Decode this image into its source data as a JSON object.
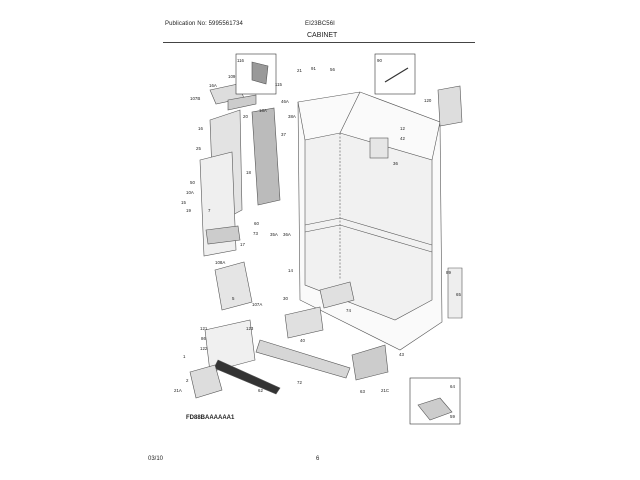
{
  "header": {
    "publication": "Publication No: 5995561734",
    "model": "EI23BC56I",
    "section": "CABINET"
  },
  "footer": {
    "date": "03/10",
    "page": "6"
  },
  "figure_id": "FD88BAAAAAA1",
  "callouts": {
    "c116": "116",
    "c115": "115",
    "c109": "109",
    "c16A": "16A",
    "c107B": "107B",
    "c20": "20",
    "c16": "16",
    "c18A": "18A",
    "c37": "37",
    "c25": "25",
    "c50": "50",
    "c10A": "10A",
    "c15": "15",
    "c19": "19",
    "c60": "60",
    "c17": "17",
    "c108A": "108A",
    "c121": "121",
    "c122": "122",
    "c86": "86",
    "c1": "1",
    "c21A": "21A",
    "c2": "2",
    "c21": "21",
    "c91": "91",
    "c56": "56",
    "c46A": "46A",
    "c38A": "38A",
    "c12": "12",
    "c90": "90",
    "c120": "120",
    "c42": "42",
    "c36": "36",
    "c89": "89",
    "c65": "65",
    "c35A": "35A",
    "c36A": "36A",
    "c73": "73",
    "c74": "74",
    "c30": "30",
    "c72": "72",
    "c43": "43",
    "c21C": "21C",
    "c63": "63",
    "c62": "62",
    "c64": "64",
    "c59": "59",
    "c107A": "107A",
    "c123": "123",
    "c40": "40",
    "c14": "14",
    "c7": "7",
    "c5": "5",
    "c18": "18"
  }
}
